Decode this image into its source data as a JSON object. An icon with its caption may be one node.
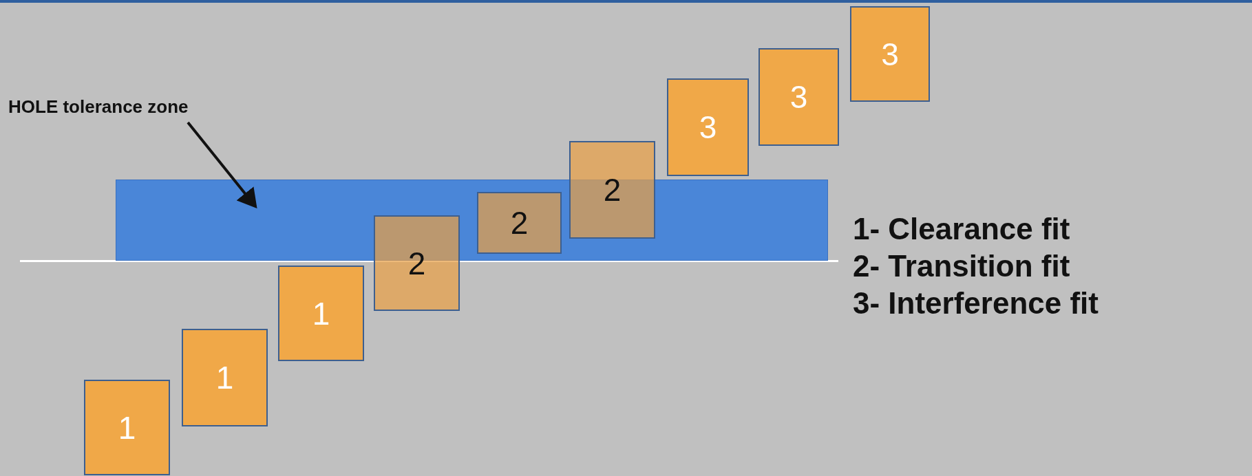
{
  "diagram": {
    "nodes": [
      {
        "text": [
          "HOLE tolerance zone"
        ]
      },
      {
        "text": [],
        "shape": "box"
      },
      {
        "text": [
          "1"
        ]
      },
      {
        "text": [
          "1"
        ]
      },
      {
        "text": [
          "1"
        ]
      },
      {
        "text": [
          "2"
        ]
      },
      {
        "text": [
          "2"
        ],
        "in": 1
      },
      {
        "text": [
          "2"
        ]
      },
      {
        "text": [
          "3"
        ]
      },
      {
        "text": [
          "3"
        ]
      },
      {
        "text": [
          "3"
        ]
      }
    ],
    "edges": [
      {
        "from": 0,
        "to": 1,
        "arrow": "to"
      }
    ],
    "labels": [
      "1- Clearance fit",
      "2- Transition fit",
      "3- Interference fit"
    ]
  }
}
